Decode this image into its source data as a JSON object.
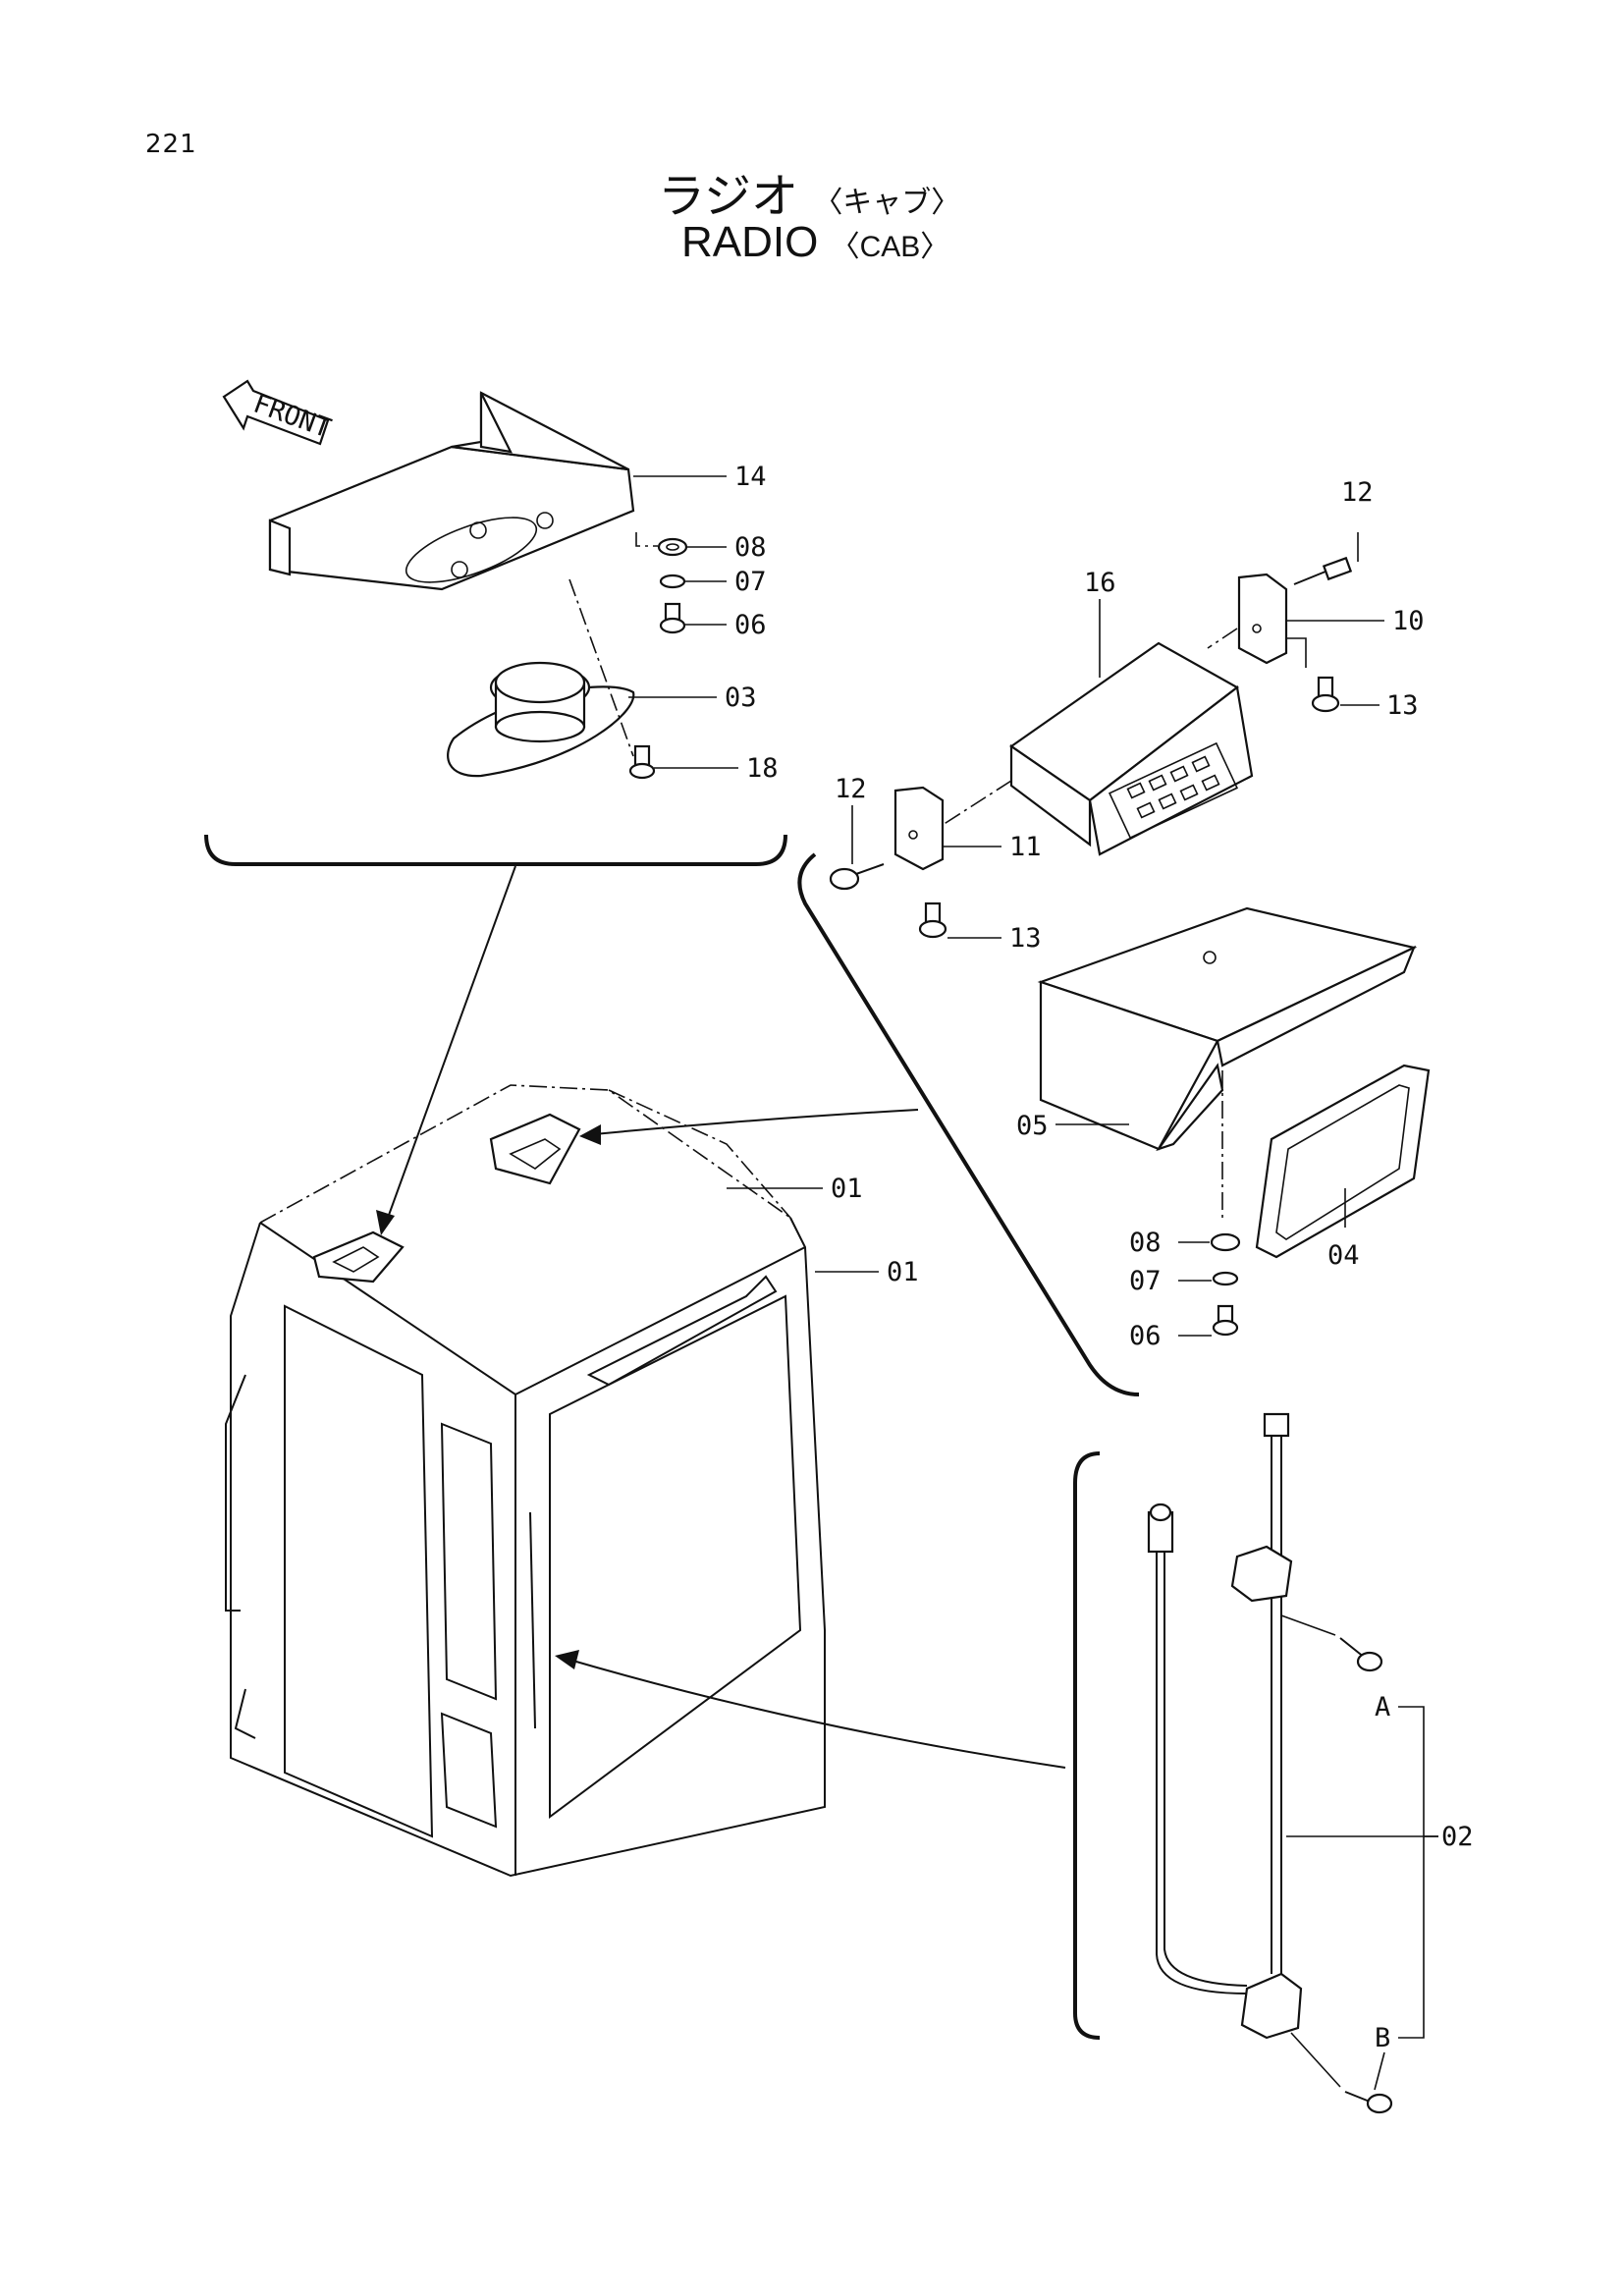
{
  "page_number": "221",
  "title": {
    "jp_main": "ラジオ",
    "jp_sub": "〈キャブ〉",
    "en_main": "RADIO",
    "en_sub": "〈CAB〉"
  },
  "front_arrow": "FRONT",
  "callouts": {
    "p14": "14",
    "p08a": "08",
    "p07a": "07",
    "p06a": "06",
    "p03": "03",
    "p18": "18",
    "p12a": "12",
    "p10": "10",
    "p16": "16",
    "p13a": "13",
    "p12b": "12",
    "p11": "11",
    "p13b": "13",
    "p05": "05",
    "p04": "04",
    "p08b": "08",
    "p07b": "07",
    "p06b": "06",
    "p01a": "01",
    "p01b": "01",
    "pA": "A",
    "p02": "02",
    "pB": "B"
  }
}
